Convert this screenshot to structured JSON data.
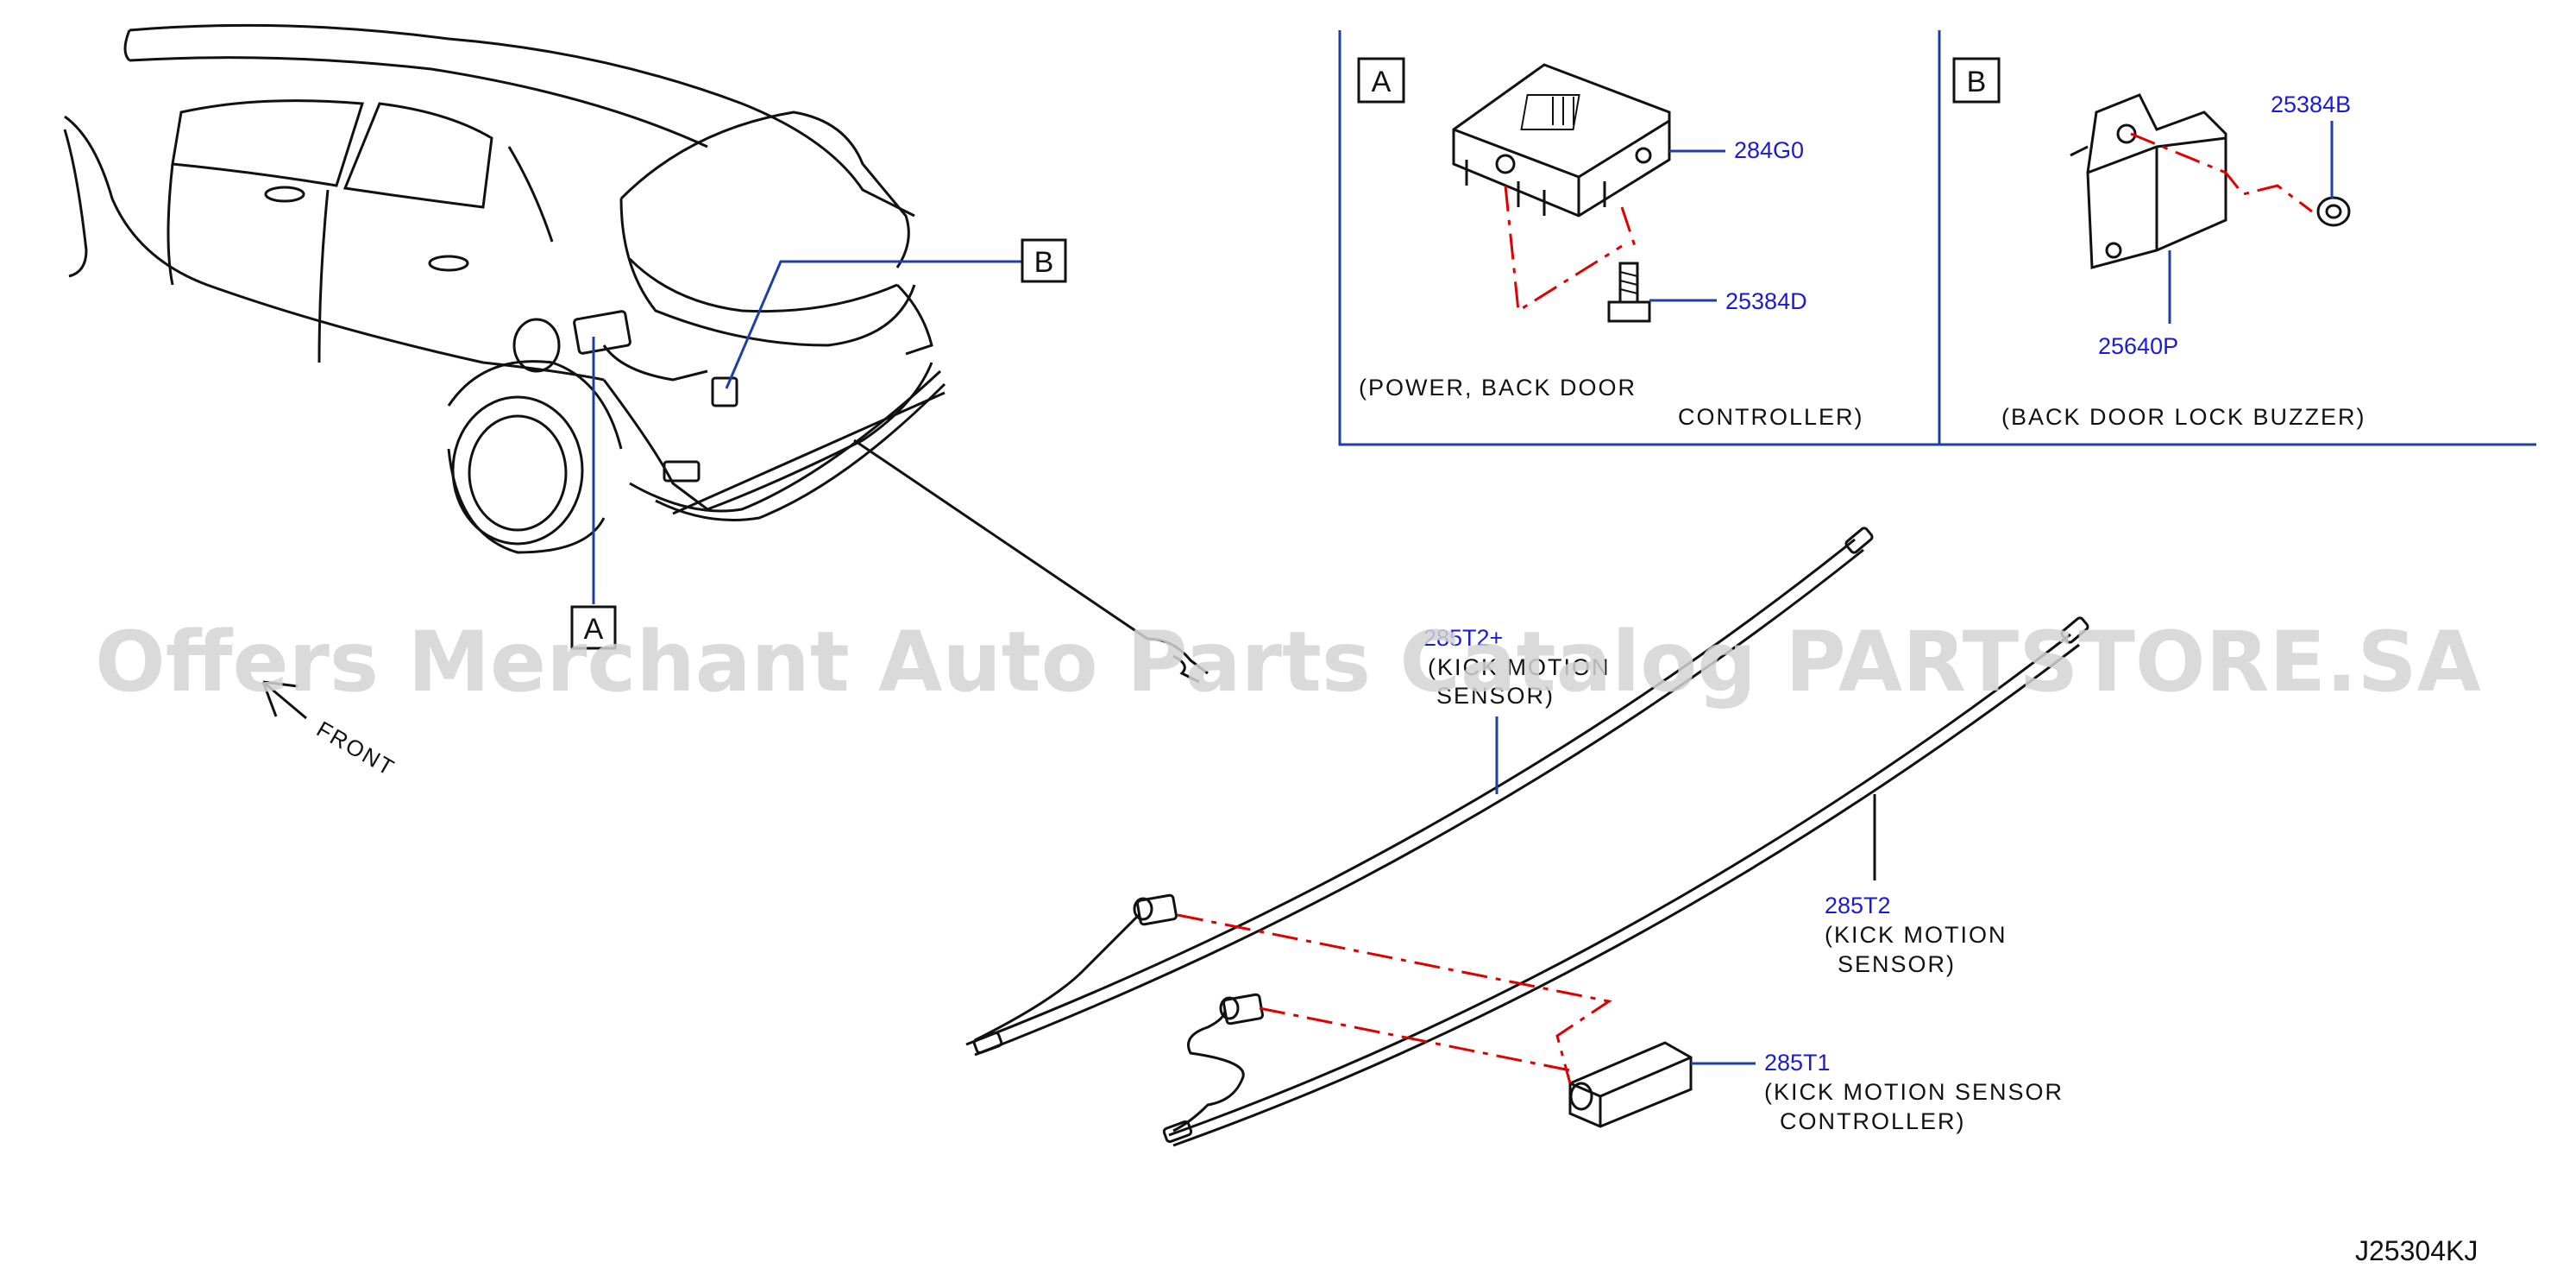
{
  "callouts": {
    "part_284G0": "284G0",
    "part_25384D": "25384D",
    "part_25384B": "25384B",
    "part_25640P": "25640P",
    "part_285T2_upper": "285T2+",
    "part_285T2": "285T2",
    "part_285T1": "285T1"
  },
  "descriptions": {
    "a_line1": "(POWER,  BACK  DOOR",
    "a_line2": "CONTROLLER)",
    "b_line1": "(BACK  DOOR  LOCK  BUZZER)",
    "upper_sensor_line1": "(KICK  MOTION",
    "upper_sensor_line2": "SENSOR)",
    "sensor_line1": "(KICK  MOTION",
    "sensor_line2": "SENSOR)",
    "controller_line1": "(KICK  MOTION  SENSOR",
    "controller_line2": "CONTROLLER)"
  },
  "detail_boxes": {
    "a": "A",
    "b": "B",
    "car_a": "A",
    "car_b": "B"
  },
  "front_label": "FRONT",
  "diagram_code": "J25304KJ",
  "watermark": "Offers Merchant Auto Parts Catalog PARTSTORE.SA"
}
